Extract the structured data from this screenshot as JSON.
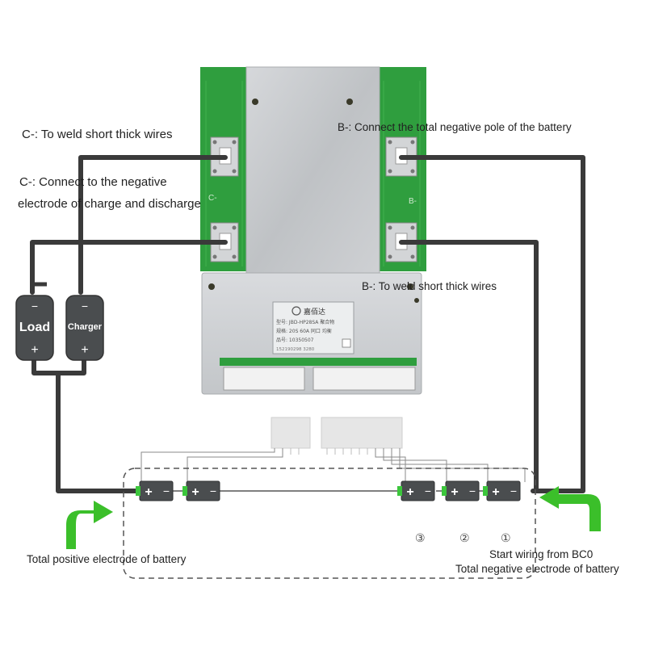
{
  "labels": {
    "c_weld": "C-: To weld short thick wires",
    "c_connect_line1": "C-: Connect to the negative",
    "c_connect_line2": "electrode of charge and discharge",
    "b_connect": "B-: Connect the total negative pole of the battery",
    "b_weld": "B-: To weld short thick wires",
    "total_positive": "Total positive electrode of battery",
    "start_wiring": "Start wiring from BC0",
    "total_negative": "Total negative electrode of battery"
  },
  "board": {
    "pad_left_label": "C-",
    "pad_right_label": "B-",
    "sticker_brand": "嘉佰达",
    "sticker_model": "型号: JBD-HP28SA 聚合物",
    "sticker_spec": "规格: 20S 60A 同口 均衡",
    "sticker_code": "品号: 10350507",
    "sticker_serial": "152190298  3280"
  },
  "devices": {
    "load": {
      "name": "Load",
      "minus": "−",
      "plus": "+"
    },
    "charger": {
      "name": "Charger",
      "minus": "−",
      "plus": "+"
    }
  },
  "cells": {
    "plus": "+",
    "minus": "−"
  },
  "cell_numbers": [
    "③",
    "②",
    "①"
  ],
  "colors": {
    "wire": "#3a3a3a",
    "pcb_green": "#2f9e3e",
    "arrow_green": "#3bbf2a",
    "cell_body": "#4a4d4f",
    "cell_tip": "#3cc63c",
    "plate": "#c8cacd"
  }
}
